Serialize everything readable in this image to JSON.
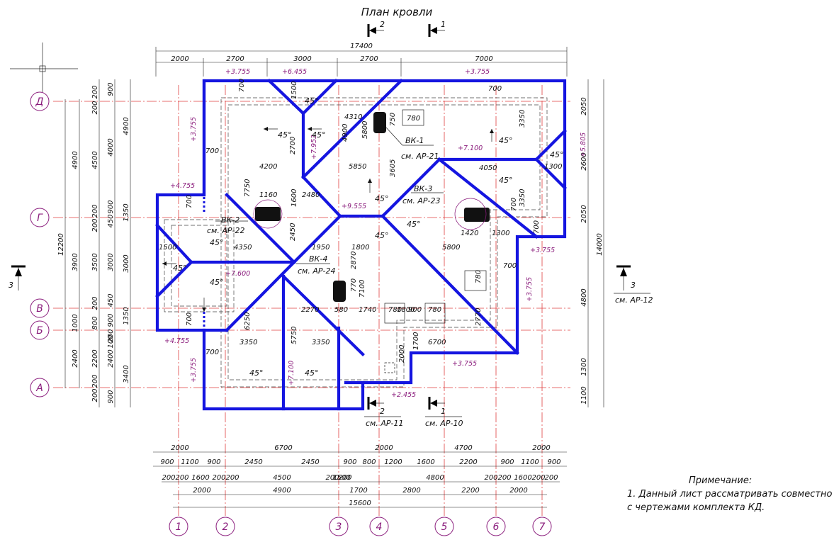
{
  "title": "План кровли",
  "axes_letters": [
    "Д",
    "Г",
    "В",
    "Б",
    "А"
  ],
  "axes_numbers": [
    "1",
    "2",
    "3",
    "4",
    "5",
    "6",
    "7"
  ],
  "sections": {
    "s2_top": "2",
    "s1_top": "1",
    "s2_bottom": "2",
    "s1_bottom": "1",
    "s3_left": "3",
    "s3_right": "3",
    "ref_s2": "см. АР-11",
    "ref_s1": "см. АР-10",
    "ref_s3": "см. АР-12"
  },
  "dims_top": {
    "overall": "17400",
    "parts": [
      "2000",
      "2700",
      "3000",
      "2700",
      "7000"
    ]
  },
  "dims_bottom": {
    "row1": [
      "2000",
      "6700",
      "2000",
      "4700",
      "2000"
    ],
    "row2": [
      "900",
      "1100",
      "900",
      "2450",
      "2450",
      "900",
      "800",
      "1200",
      "1600",
      "2200",
      "900",
      "1100",
      "900"
    ],
    "row3": [
      "200",
      "200",
      "1600",
      "200",
      "200",
      "4500",
      "200",
      "200",
      "4800",
      "200",
      "200",
      "1600",
      "200",
      "200"
    ],
    "row4": [
      "2000",
      "4900",
      "1500",
      "1700",
      "2800",
      "2200",
      "2000"
    ],
    "overall": "15600"
  },
  "dims_left": {
    "c1": [
      "900",
      "200",
      "200"
    ],
    "c2": [
      "4900",
      "4500",
      "4000",
      "4900"
    ],
    "c3": [
      "1350",
      "900",
      "200",
      "200",
      "450"
    ],
    "c4": [
      "3900",
      "3500",
      "3000",
      "3000"
    ],
    "c5": [
      "1350",
      "450",
      "900",
      "200",
      "1000",
      "200",
      "800",
      "100"
    ],
    "c6": [
      "2400",
      "2200",
      "2400",
      "3400"
    ],
    "c7": [
      "200",
      "200",
      "900"
    ],
    "overall": "12200"
  },
  "dims_right": {
    "parts": [
      "2050",
      "2600",
      "2050",
      "4800",
      "1300",
      "1100"
    ],
    "overall": "14000"
  },
  "levels": [
    "+3.755",
    "+6.455",
    "+3.755",
    "+3.755",
    "+7.953",
    "+7.100",
    "+5.805",
    "+4.755",
    "+9.555",
    "+3.755",
    "+7.600",
    "+3.755",
    "+4.755",
    "+3.755",
    "+7.100",
    "+3.755",
    "+2.455"
  ],
  "inner_dims": [
    "700",
    "1500",
    "700",
    "4310",
    "750",
    "5800",
    "780",
    "3350",
    "700",
    "2700",
    "4200",
    "5850",
    "3605",
    "4050",
    "1300",
    "7750",
    "1160",
    "1600",
    "2480",
    "700",
    "2450",
    "1420",
    "1300",
    "700",
    "1500",
    "4350",
    "1950",
    "1800",
    "5800",
    "700",
    "2870",
    "770",
    "7100",
    "780",
    "6250",
    "2270",
    "580",
    "1740",
    "780",
    "900",
    "780",
    "2770",
    "700",
    "5750",
    "3350",
    "3350",
    "1700",
    "2000",
    "6700",
    "700",
    "700",
    "3350",
    "4900",
    "1800"
  ],
  "angles": [
    "45°",
    "45°",
    "45°",
    "45°",
    "45°",
    "45°",
    "45°",
    "45°",
    "45°",
    "45°",
    "45°",
    "45°",
    "45°",
    "45°"
  ],
  "funnels": [
    {
      "name": "ВК-1",
      "ref": "см. АР-21"
    },
    {
      "name": "ВК-2",
      "ref": "см. АР-22"
    },
    {
      "name": "ВК-3",
      "ref": "см. АР-23"
    },
    {
      "name": "ВК-4",
      "ref": "см. АР-24"
    }
  ],
  "note": {
    "heading": "Примечание:",
    "line1": "1. Данный лист рассматривать совместно",
    "line2": "с чертежами комплекта КД."
  },
  "colors": {
    "roof": "#1515e0",
    "axis": "#e04040",
    "marker": "#8a1c7c",
    "level": "#8a1c7c"
  }
}
